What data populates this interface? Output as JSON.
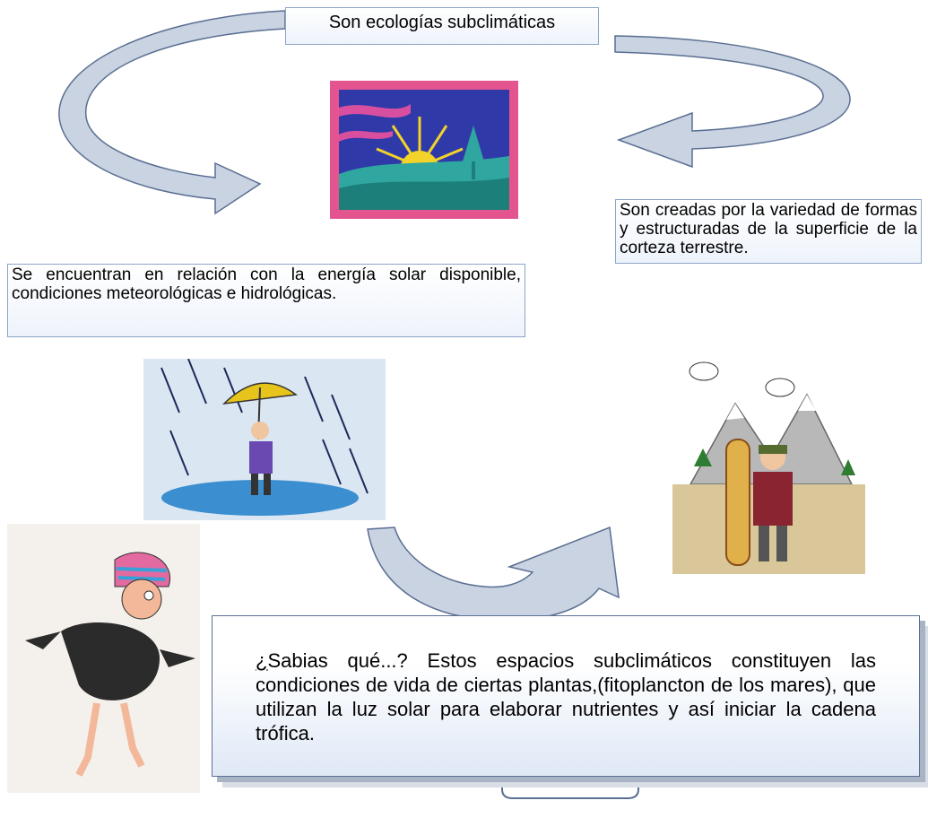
{
  "title": "Son ecologías subclimáticas",
  "right_note": "Son creadas por la variedad de formas y estructuradas de la superficie de la corteza terrestre.",
  "left_note": "Se encuentran en relación con la energía solar disponible, condiciones meteorológicas e hidrológicas.",
  "fact": {
    "lead": "¿",
    "text": "Sabias qué...? Estos espacios subclimáticos constituyen las condiciones de vida de ciertas plantas,(fitoplancton de los mares), que utilizan la luz solar para elaborar nutrientes y así iniciar la cadena trófica."
  },
  "colors": {
    "arrow_fill": "#c9d3e1",
    "arrow_stroke": "#5a6e92",
    "box_border": "#8da4c8",
    "sunset_frame": "#e4558f",
    "sky": "#2f3aa8",
    "sun": "#f3d22a",
    "land": "#2fa7a0"
  },
  "icons": [
    "curved-arrow-icon",
    "sunset-landscape-icon",
    "rain-umbrella-man-icon",
    "snowboarder-mountain-icon",
    "condor-mascot-icon"
  ]
}
